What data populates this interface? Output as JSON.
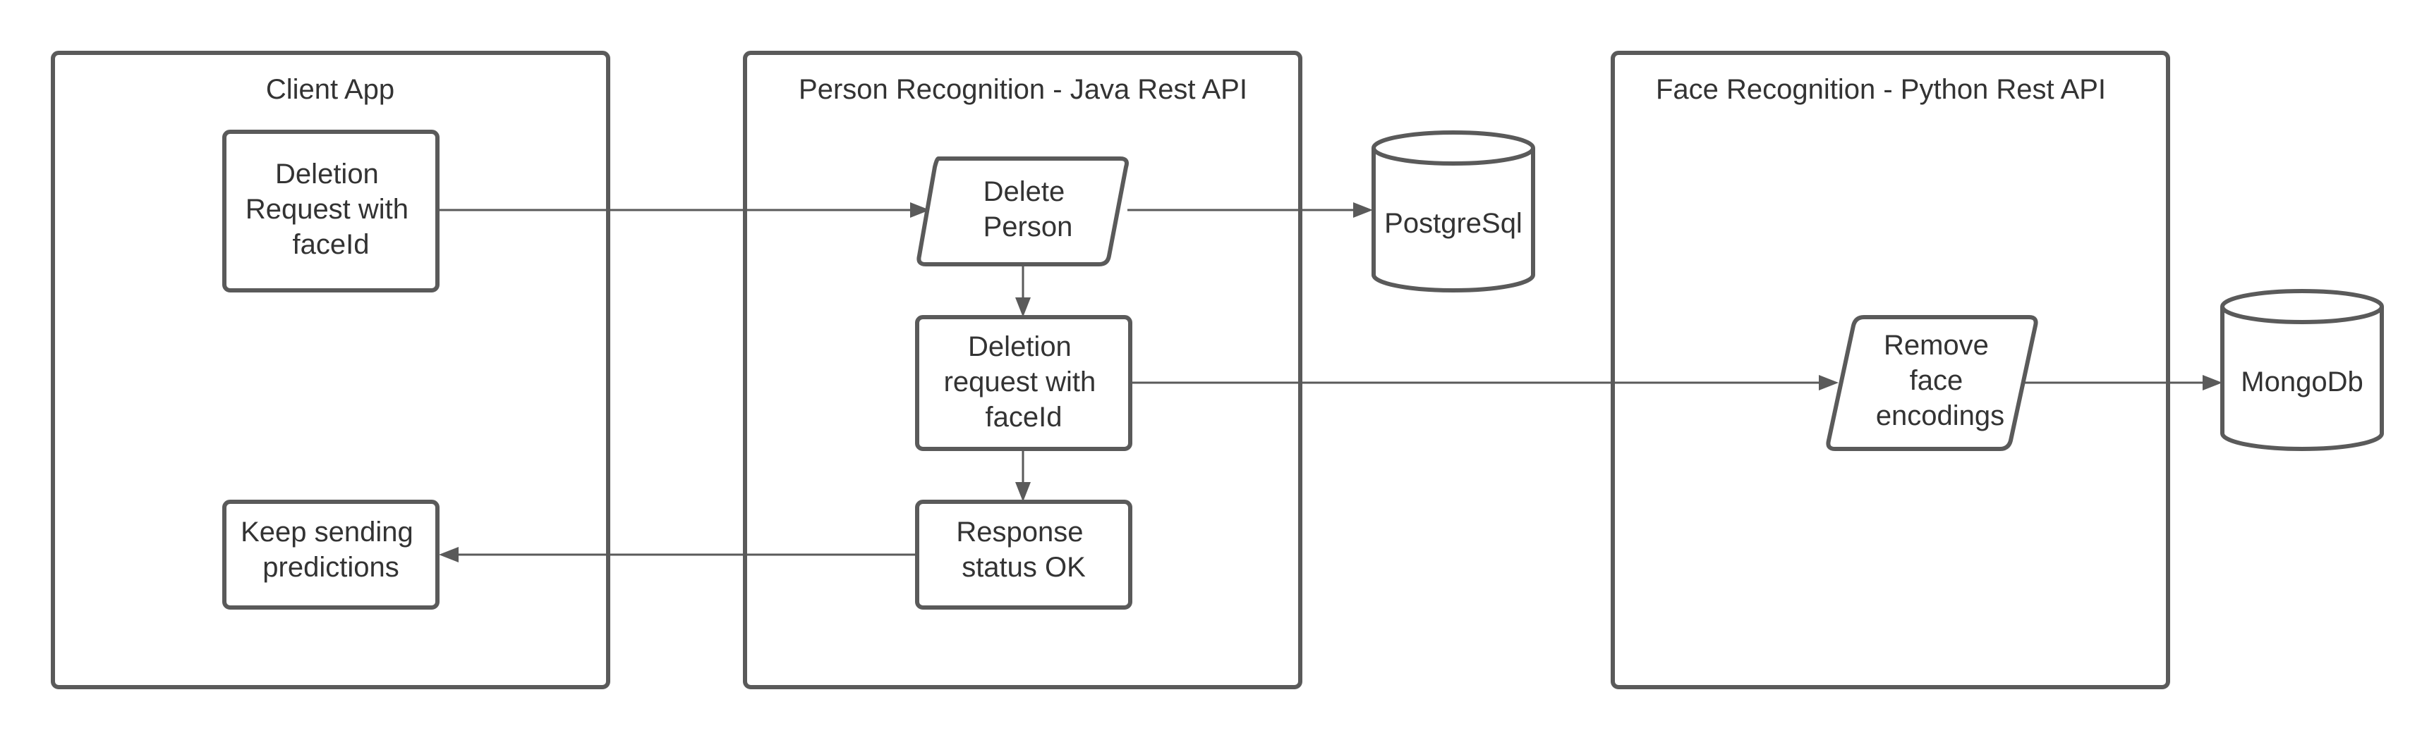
{
  "containers": {
    "client_app": {
      "title": "Client App"
    },
    "java_api": {
      "title": "Person Recognition - Java Rest API"
    },
    "python_api": {
      "title": "Face Recognition - Python Rest API"
    }
  },
  "nodes": {
    "deletion_request_client": {
      "lines": [
        "Deletion",
        "Request with",
        "faceId"
      ]
    },
    "keep_sending": {
      "lines": [
        "Keep sending",
        "predictions"
      ]
    },
    "delete_person": {
      "lines": [
        "Delete",
        "Person"
      ]
    },
    "deletion_request_java": {
      "lines": [
        "Deletion",
        "request with",
        "faceId"
      ]
    },
    "response_ok": {
      "lines": [
        "Response",
        "status OK"
      ]
    },
    "postgresql": {
      "lines": [
        "PostgreSql"
      ]
    },
    "remove_encodings": {
      "lines": [
        "Remove",
        "face",
        "encodings"
      ]
    },
    "mongodb": {
      "lines": [
        "MongoDb"
      ]
    }
  },
  "colors": {
    "stroke": "#5a5a5a",
    "text": "#333333",
    "background": "#ffffff"
  }
}
